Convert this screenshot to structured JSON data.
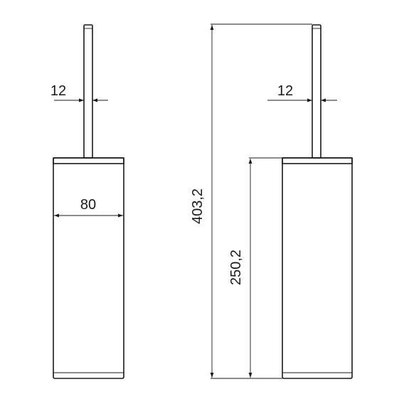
{
  "drawing": {
    "front_view": {
      "handle_width_label": "12",
      "body_width_label": "80"
    },
    "side_view": {
      "handle_width_label": "12",
      "total_height_label": "403,2",
      "body_height_label": "250,2"
    },
    "colors": {
      "line": "#1a1a1a",
      "background": "#ffffff"
    }
  }
}
